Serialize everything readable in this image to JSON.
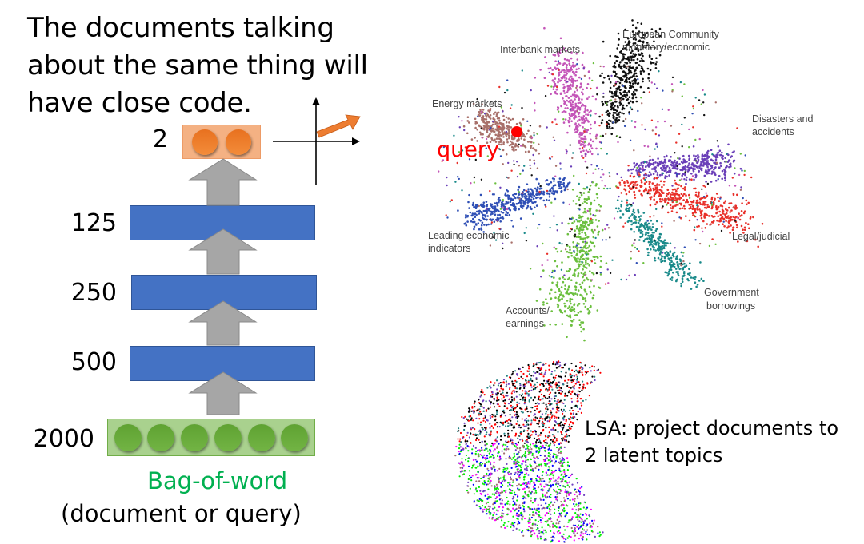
{
  "title": "The documents talking about the same thing will have close code.",
  "network": {
    "layers": [
      {
        "label": "2",
        "kind": "code",
        "neurons": 2,
        "color": "#f4b183"
      },
      {
        "label": "125",
        "kind": "hidden",
        "color": "#4472c4"
      },
      {
        "label": "250",
        "kind": "hidden",
        "color": "#4472c4"
      },
      {
        "label": "500",
        "kind": "hidden",
        "color": "#4472c4"
      },
      {
        "label": "2000",
        "kind": "input",
        "neurons": 6,
        "color": "#a9d18e"
      }
    ],
    "input_label": "Bag-of-word",
    "input_sublabel": "(document or query)",
    "input_label_color": "#00b050",
    "arrow_color": "#a6a6a6",
    "code_vector_color": "#ed7d31"
  },
  "autoencoder_plot": {
    "labels": {
      "interbank": "Interbank markets",
      "european_1": "European Community",
      "european_2": "monetary/economic",
      "energy": "Energy markets",
      "disasters_1": "Disasters and",
      "disasters_2": "accidents",
      "leading_1": "Leading economic",
      "leading_2": "indicators",
      "legal": "Legal/judicial",
      "government_1": "Government",
      "government_2": "borrowings",
      "accounts_1": "Accounts/",
      "accounts_2": "earnings"
    },
    "query_label": "query",
    "query_color": "#ff0000",
    "clusters": [
      {
        "name": "Energy markets",
        "color": "#a8706a"
      },
      {
        "name": "Interbank markets",
        "color": "#c455b8"
      },
      {
        "name": "European Community monetary/economic",
        "color": "#111111"
      },
      {
        "name": "Disasters and accidents",
        "color": "#6a3fb8"
      },
      {
        "name": "Legal/judicial",
        "color": "#e8302a"
      },
      {
        "name": "Government borrowings",
        "color": "#1a8a8a"
      },
      {
        "name": "Accounts/earnings",
        "color": "#6bbf3e"
      },
      {
        "name": "Leading economic indicators",
        "color": "#2f4fb5"
      }
    ]
  },
  "lsa_plot": {
    "caption_line1": "LSA: project documents to",
    "caption_line2": "2 latent topics",
    "colors": [
      "#000000",
      "#ff0000",
      "#0000ff",
      "#00ee00",
      "#ff00ff",
      "#7040c0",
      "#a07070",
      "#208080"
    ]
  }
}
